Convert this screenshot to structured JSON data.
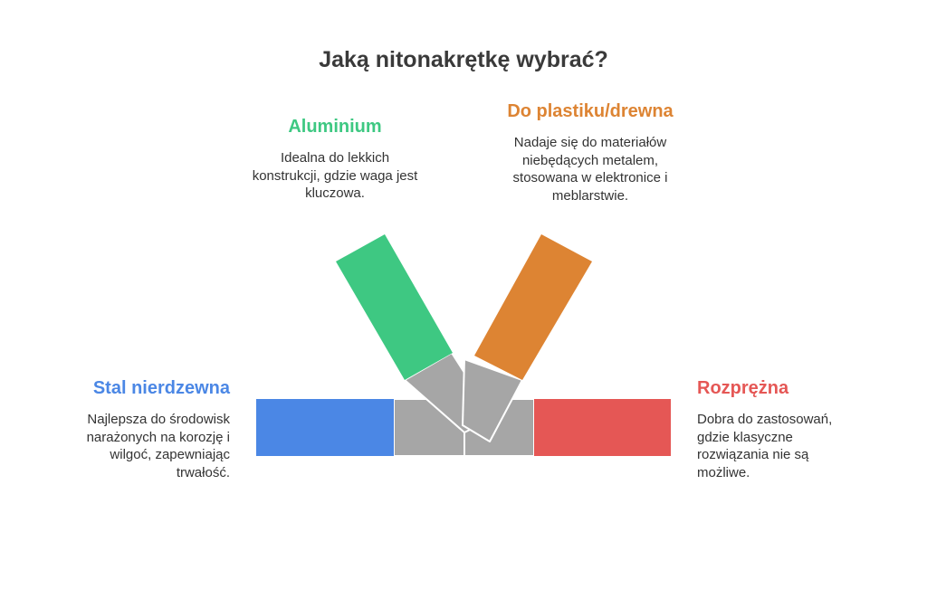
{
  "title": "Jaką nitonakrętkę wybrać?",
  "options": {
    "aluminium": {
      "heading": "Aluminium",
      "desc_lines": [
        "Idealna do lekkich",
        "konstrukcji, gdzie waga jest",
        "kluczowa."
      ],
      "color": "#3ec882"
    },
    "plastic_wood": {
      "heading": "Do plastiku/drewna",
      "desc_lines": [
        "Nadaje się do materiałów",
        "niebędących metalem,",
        "stosowana w elektronice i",
        "meblarstwie."
      ],
      "color": "#dd8433"
    },
    "stainless": {
      "heading": "Stal nierdzewna",
      "desc_lines": [
        "Najlepsza do środowisk",
        "narażonych na korozję i",
        "wilgoć, zapewniając",
        "trwałość."
      ],
      "color": "#4b87e5"
    },
    "expanding": {
      "heading": "Rozprężna",
      "desc_lines": [
        "Dobra do zastosowań,",
        "gdzie klasyczne",
        "rozwiązania nie są",
        "możliwe."
      ],
      "color": "#e55755"
    }
  },
  "connector_color": "#a6a6a6"
}
